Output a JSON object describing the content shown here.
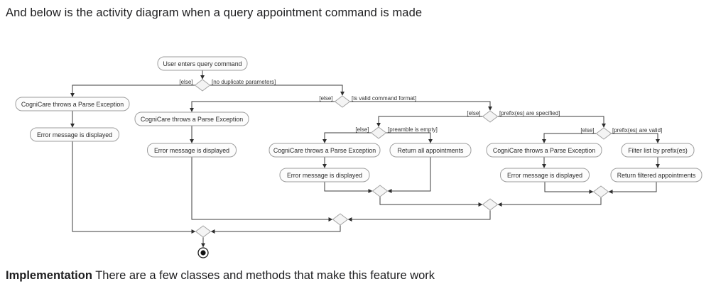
{
  "page": {
    "heading": "And below is the activity diagram when a query appointment command is made",
    "footer_bold": "Implementation",
    "footer_rest": " There are a few classes and methods that make this feature work"
  },
  "colors": {
    "background": "#ffffff",
    "node_fill": "#fcfcfc",
    "node_border": "#9d9d9d",
    "diamond_fill": "#f4f4f4",
    "edge": "#3e3e3e",
    "text": "#2a2a2a"
  },
  "diagram": {
    "nodes": [
      {
        "label": "User enters query command"
      },
      {
        "label": "CogniCare throws a Parse Exception"
      },
      {
        "label": "Error message is displayed"
      },
      {
        "label": "CogniCare throws a Parse Exception"
      },
      {
        "label": "Error message is displayed"
      },
      {
        "label": "CogniCare throws a Parse Exception"
      },
      {
        "label": "Return all appointments"
      },
      {
        "label": "Error message is displayed"
      },
      {
        "label": "CogniCare throws a Parse Exception"
      },
      {
        "label": "Filter list by prefix(es)"
      },
      {
        "label": "Error message is displayed"
      },
      {
        "label": "Return filtered appointments"
      }
    ],
    "branches": [
      {
        "else": "[else]",
        "cond": "[no duplicate parameters]"
      },
      {
        "else": "[else]",
        "cond": "[is valid command format]"
      },
      {
        "else": "[else]",
        "cond": "[prefix(es) are specified]"
      },
      {
        "else": "[else]",
        "cond": "[preamble is empty]"
      },
      {
        "else": "[else]",
        "cond": "[prefix(es) are valid]"
      }
    ]
  }
}
